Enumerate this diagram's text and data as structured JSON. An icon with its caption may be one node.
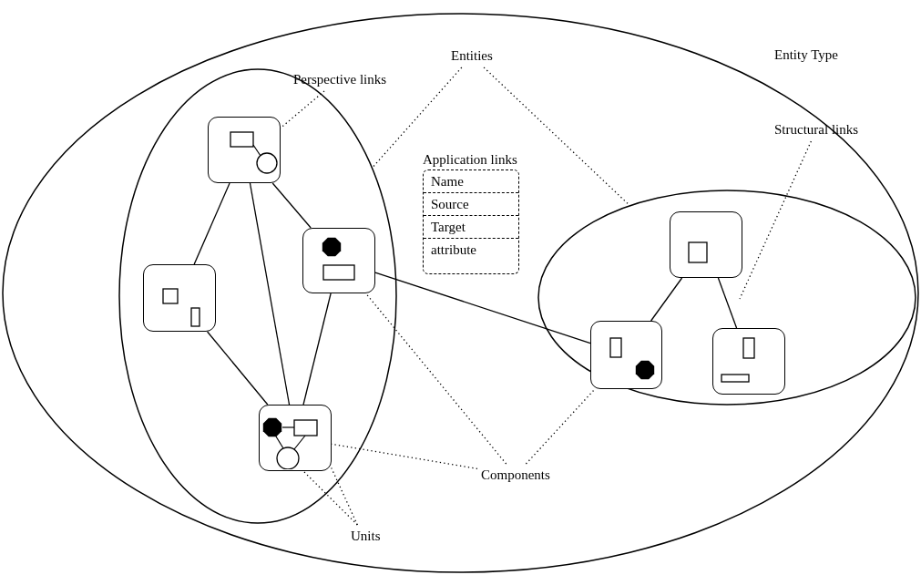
{
  "diagram": {
    "nodes": [
      {
        "text": [
          "Entity Type"
        ]
      },
      {
        "text": [
          "Perspective links"
        ],
        "in": 0
      },
      {
        "text": [
          "Entities"
        ],
        "in": 0
      },
      {
        "text": [],
        "shape": "ellipse",
        "in": 0
      },
      {
        "text": [],
        "shape": "box",
        "in": 3
      },
      {
        "text": [],
        "shape": "box",
        "in": 3
      },
      {
        "text": [],
        "shape": "box",
        "in": 3
      },
      {
        "text": [],
        "shape": "box",
        "in": 3
      },
      {
        "text": [
          "Application links",
          "Name",
          "Source",
          "Target",
          "attribute"
        ],
        "in": 0
      },
      {
        "text": [
          "Structural links"
        ],
        "in": 0
      },
      {
        "text": [],
        "shape": "ellipse",
        "in": 0
      },
      {
        "text": [],
        "shape": "box",
        "in": 10
      },
      {
        "text": [],
        "shape": "box",
        "in": 10
      },
      {
        "text": [],
        "shape": "box",
        "in": 10
      },
      {
        "text": [
          "Components"
        ],
        "in": 0
      },
      {
        "text": [
          "Units"
        ],
        "in": 0
      }
    ],
    "edges": [
      {
        "from": 4,
        "to": 5,
        "arrow": "none"
      },
      {
        "from": 4,
        "to": 7,
        "arrow": "none"
      },
      {
        "from": 4,
        "to": 6,
        "arrow": "none"
      },
      {
        "from": 5,
        "to": 7,
        "arrow": "none"
      },
      {
        "from": 6,
        "to": 7,
        "arrow": "none"
      },
      {
        "from": 6,
        "to": 12,
        "arrow": "none"
      },
      {
        "from": 11,
        "to": 12,
        "arrow": "none"
      },
      {
        "from": 11,
        "to": 13,
        "arrow": "none"
      },
      {
        "from": 1,
        "to": 4,
        "arrow": "none",
        "style": "dashed"
      },
      {
        "from": 2,
        "to": 3,
        "arrow": "none",
        "style": "dashed"
      },
      {
        "from": 2,
        "to": 10,
        "arrow": "none",
        "style": "dashed"
      },
      {
        "from": 9,
        "to": null,
        "arrow": "none",
        "style": "dashed"
      },
      {
        "from": 14,
        "to": 6,
        "arrow": "none",
        "style": "dashed"
      },
      {
        "from": 14,
        "to": 7,
        "arrow": "none",
        "style": "dashed"
      },
      {
        "from": 14,
        "to": 12,
        "arrow": "none",
        "style": "dashed"
      },
      {
        "from": 15,
        "to": 7,
        "arrow": "none",
        "style": "dashed"
      },
      {
        "from": 15,
        "to": 7,
        "arrow": "none",
        "style": "dashed"
      }
    ]
  }
}
